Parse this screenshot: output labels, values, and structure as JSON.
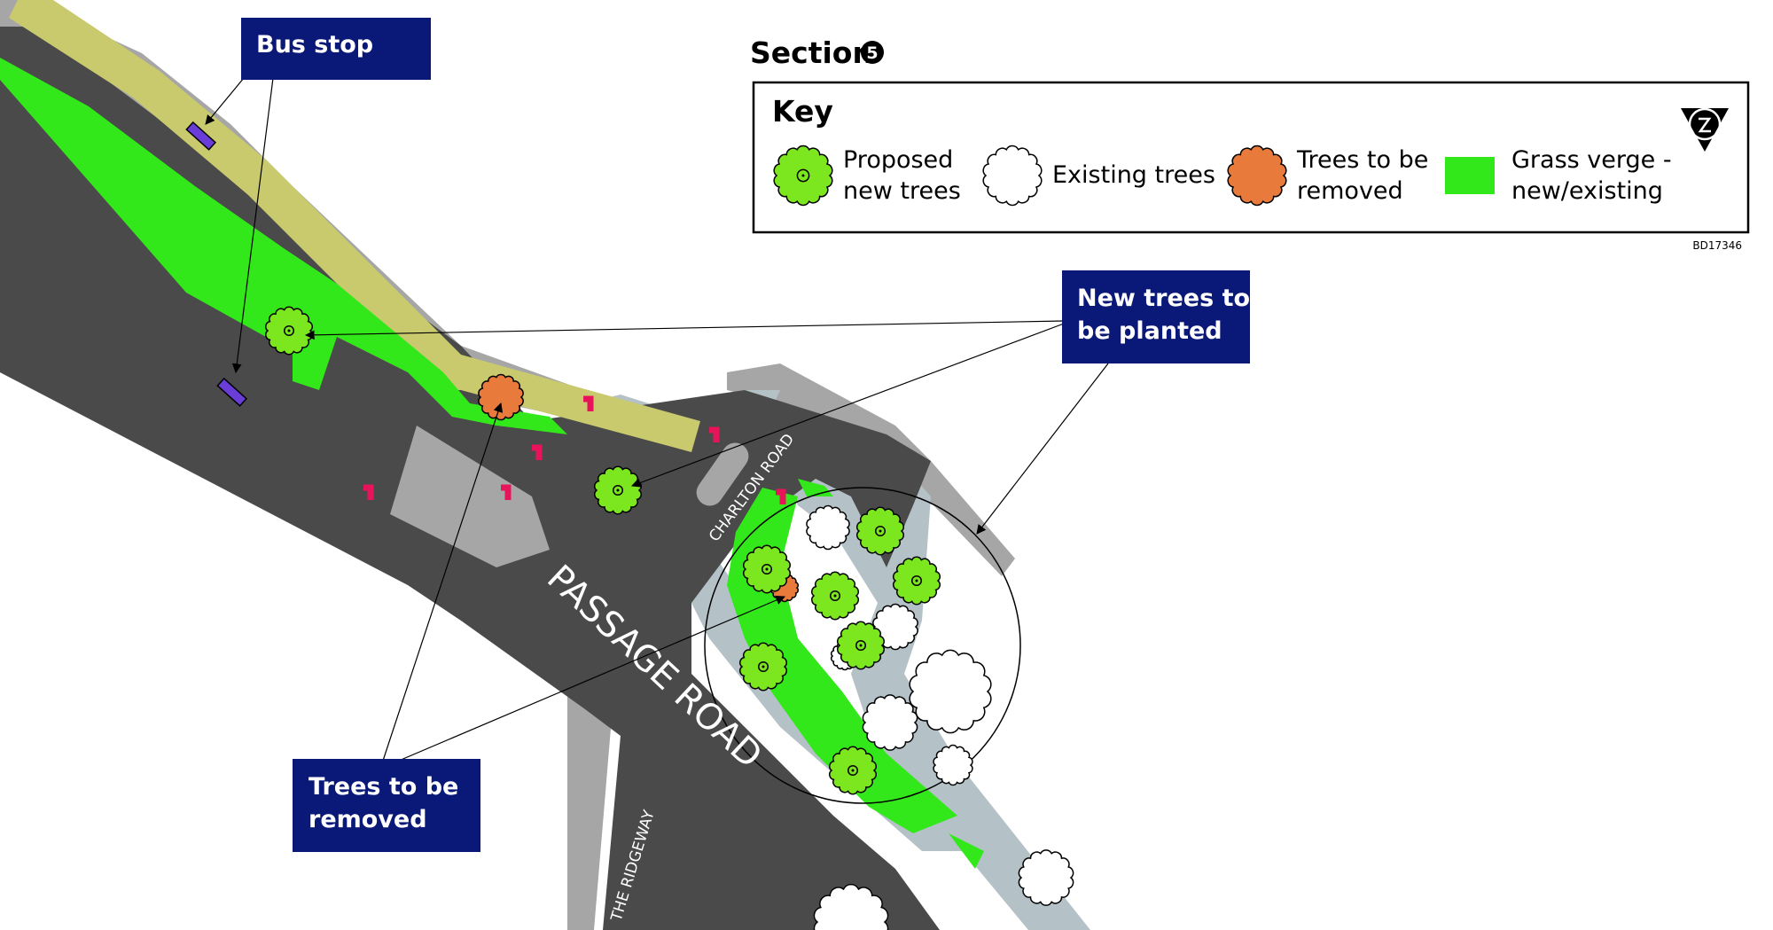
{
  "section": {
    "title": "Section",
    "number": "5"
  },
  "key": {
    "title": "Key",
    "items": [
      {
        "line1": "Proposed",
        "line2": "new trees",
        "icon": "proposed-tree-icon"
      },
      {
        "line1": "Existing trees",
        "line2": "",
        "icon": "existing-tree-icon"
      },
      {
        "line1": "Trees to be",
        "line2": "removed",
        "icon": "removed-tree-icon"
      },
      {
        "line1": "Grass verge -",
        "line2": "new/existing",
        "icon": "grass-verge-swatch"
      }
    ],
    "compass": "north-arrow-icon",
    "ref": "BD17346"
  },
  "callouts": {
    "bus_stop": "Bus stop",
    "new_trees": {
      "line1": "New trees to",
      "line2": "be planted"
    },
    "removed_trees": {
      "line1": "Trees to be",
      "line2": "removed"
    }
  },
  "roads": {
    "passage_road": "PASSAGE ROAD",
    "charlton_road": "CHARLTON ROAD",
    "the_ridgeway": "THE RIDGEWAY"
  },
  "colors": {
    "callout_bg": "#0a1877",
    "road": "#4a4a4a",
    "pavement": "#a6a6a6",
    "footway_light": "#b4c2c7",
    "cycle_track": "#c9c96e",
    "grass": "#33e81a",
    "tree_new": "#7ce61f",
    "tree_removed": "#e87a3c",
    "tree_existing": "#ffffff",
    "bus_stop_marker": "#6a3cd8",
    "crossing": "#e8145a"
  }
}
